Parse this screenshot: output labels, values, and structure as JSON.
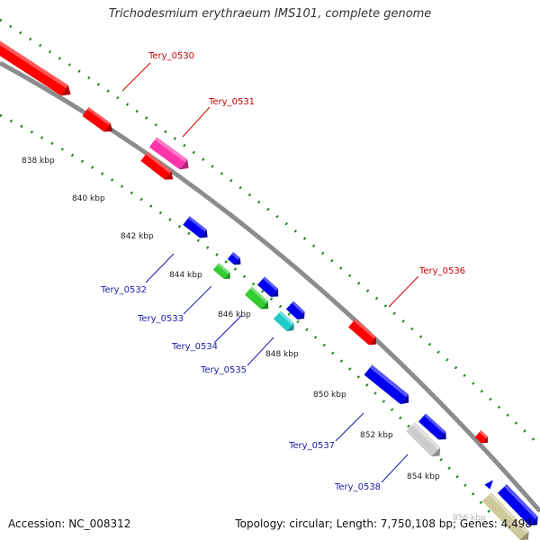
{
  "title": "Trichodesmium erythraeum IMS101, complete genome",
  "footer": {
    "accession": "Accession: NC_008312",
    "topology": "Topology: circular; Length: 7,750,108 bp; Genes: 4,498"
  },
  "colors": {
    "backbone": "#8c8c8c",
    "dots": "#1a8a1a",
    "label_red": "#cc0000",
    "label_blue": "#1a1aa8",
    "red": "#ff0000",
    "magenta": "#ff33aa",
    "blue": "#0000ee",
    "green": "#33cc33",
    "cyan": "#22cccc",
    "gray": "#cccccc",
    "tan": "#cfc89a"
  },
  "scale_ticks": [
    {
      "label": "838 kbp"
    },
    {
      "label": "840 kbp"
    },
    {
      "label": "842 kbp"
    },
    {
      "label": "844 kbp"
    },
    {
      "label": "846 kbp"
    },
    {
      "label": "848 kbp"
    },
    {
      "label": "850 kbp"
    },
    {
      "label": "852 kbp"
    },
    {
      "label": "854 kbp"
    },
    {
      "label": "856 kbp"
    }
  ],
  "gene_labels": [
    {
      "text": "Tery_0530",
      "color": "red"
    },
    {
      "text": "Tery_0531",
      "color": "red"
    },
    {
      "text": "Tery_0536",
      "color": "red"
    },
    {
      "text": "Tery_0532",
      "color": "blue"
    },
    {
      "text": "Tery_0533",
      "color": "blue"
    },
    {
      "text": "Tery_0534",
      "color": "blue"
    },
    {
      "text": "Tery_0535",
      "color": "blue"
    },
    {
      "text": "Tery_0537",
      "color": "blue"
    },
    {
      "text": "Tery_0538",
      "color": "blue"
    }
  ],
  "features": [
    {
      "name": "red-gene-1",
      "color": "red"
    },
    {
      "name": "red-gene-2",
      "color": "red"
    },
    {
      "name": "magenta-gene",
      "color": "magenta"
    },
    {
      "name": "red-gene-3",
      "color": "red"
    },
    {
      "name": "blue-gene-1",
      "color": "blue"
    },
    {
      "name": "blue-gene-2",
      "color": "blue"
    },
    {
      "name": "green-gene-1",
      "color": "green"
    },
    {
      "name": "blue-gene-3",
      "color": "blue"
    },
    {
      "name": "green-gene-2",
      "color": "green"
    },
    {
      "name": "blue-gene-4",
      "color": "blue"
    },
    {
      "name": "cyan-gene",
      "color": "cyan"
    },
    {
      "name": "red-gene-4",
      "color": "red"
    },
    {
      "name": "blue-gene-5",
      "color": "blue"
    },
    {
      "name": "blue-gene-6",
      "color": "blue"
    },
    {
      "name": "gray-gene",
      "color": "gray"
    },
    {
      "name": "red-gene-5",
      "color": "red"
    },
    {
      "name": "blue-gene-7",
      "color": "blue"
    },
    {
      "name": "tan-gene",
      "color": "tan"
    },
    {
      "name": "blue-gene-8",
      "color": "blue"
    }
  ]
}
